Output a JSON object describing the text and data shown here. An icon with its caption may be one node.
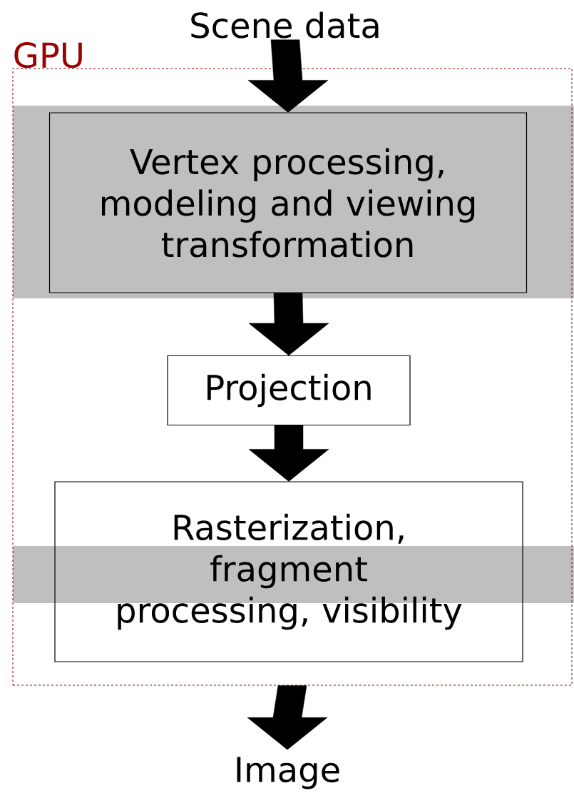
{
  "diagram": {
    "nodes": [
      {
        "text": [
          "Scene data"
        ]
      },
      {
        "text": [
          "GPU"
        ]
      },
      {
        "text": [
          "Vertex processing, modeling and viewing transformation"
        ],
        "in": 1
      },
      {
        "text": [
          "Projection"
        ],
        "in": 1
      },
      {
        "text": [
          "Rasterization, fragment processing, visibility"
        ],
        "in": 1
      },
      {
        "text": [
          "Image"
        ]
      }
    ],
    "edges": [
      {
        "from": 0,
        "to": 2,
        "arrow": "to",
        "style": "thick"
      },
      {
        "from": 2,
        "to": 3,
        "arrow": "to",
        "style": "thick"
      },
      {
        "from": 3,
        "to": 4,
        "arrow": "to",
        "style": "thick"
      },
      {
        "from": 1,
        "to": 5,
        "arrow": "to",
        "style": "thick"
      }
    ]
  }
}
